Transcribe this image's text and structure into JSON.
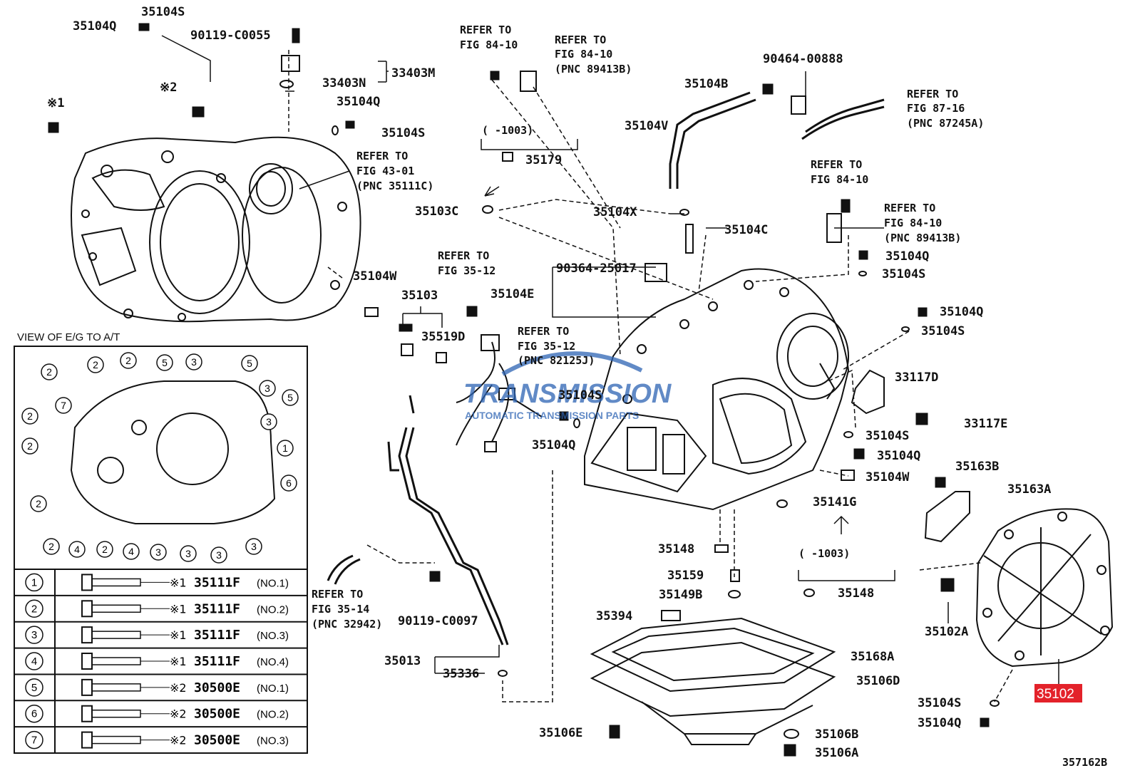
{
  "diagram": {
    "figure_code": "357162B",
    "highlighted_part": "35102",
    "watermark": {
      "name": "TRANSMISSION",
      "tagline": "AUTOMATIC TRANSMISSION PARTS"
    },
    "parts": {
      "p35104Q_a": "35104Q",
      "p35104S_a": "35104S",
      "p90119_C0055": "90119-C0055",
      "p33403M": "33403M",
      "p33403N": "33403N",
      "p35104Q_b": "35104Q",
      "p35104S_b": "35104S",
      "p35104W_a": "35104W",
      "p35179": "35179",
      "p35103C": "35103C",
      "p35103": "35103",
      "p35519D": "35519D",
      "p35104S_c": "35104S",
      "p35104Q_c": "35104Q",
      "p90364_25017": "90364-25017",
      "p35104E": "35104E",
      "p35104X": "35104X",
      "p35104C": "35104C",
      "p35104V": "35104V",
      "p35104B": "35104B",
      "p90464_00888": "90464-00888",
      "p35104Q_d": "35104Q",
      "p35104S_d": "35104S",
      "p35104Q_e": "35104Q",
      "p35104S_e": "35104S",
      "p33117D": "33117D",
      "p33117E": "33117E",
      "p35104S_f": "35104S",
      "p35104Q_f": "35104Q",
      "p35104W_b": "35104W",
      "p35163B": "35163B",
      "p35163A": "35163A",
      "p35141G": "35141G",
      "p35148_a": "35148",
      "p35159": "35159",
      "p35149B": "35149B",
      "p35148_b": "35148",
      "p35394": "35394",
      "p35168A": "35168A",
      "p35106D": "35106D",
      "p35106E": "35106E",
      "p35106B": "35106B",
      "p35106A": "35106A",
      "p35013": "35013",
      "p35336": "35336",
      "p90119_C0097": "90119-C0097",
      "p35102A": "35102A",
      "p35104S_g": "35104S",
      "p35104Q_g": "35104Q",
      "p35102": "35102"
    },
    "marks": {
      "x1": "※1",
      "x2": "※2"
    },
    "ranges": {
      "r1": "(     -1003)",
      "r2": "(     -1003)"
    },
    "references": {
      "ref_84_10_a": [
        "REFER TO",
        "FIG 84-10"
      ],
      "ref_84_10_b": [
        "REFER TO",
        "FIG 84-10",
        "(PNC 89413B)"
      ],
      "ref_43_01": [
        "REFER TO",
        "FIG 43-01",
        "(PNC 35111C)"
      ],
      "ref_87_16": [
        "REFER TO",
        "FIG 87-16",
        "(PNC 87245A)"
      ],
      "ref_84_10_c": [
        "REFER TO",
        "FIG 84-10"
      ],
      "ref_84_10_d": [
        "REFER TO",
        "FIG 84-10",
        "(PNC 89413B)"
      ],
      "ref_35_12_a": [
        "REFER TO",
        "FIG 35-12"
      ],
      "ref_35_12_b": [
        "REFER TO",
        "FIG 35-12",
        "(PNC 82125J)"
      ],
      "ref_35_14": [
        "REFER TO",
        "FIG 35-14",
        "(PNC 32942)"
      ]
    },
    "inset": {
      "title": "VIEW OF E/G TO A/T",
      "callouts": [
        "2",
        "2",
        "5",
        "5",
        "2",
        "3",
        "3",
        "7",
        "5",
        "2",
        "3",
        "2",
        "1",
        "6",
        "2",
        "2",
        "4",
        "2",
        "4",
        "3",
        "3",
        "3",
        "3"
      ]
    },
    "bolt_table": [
      {
        "num": "1",
        "mark": "※1",
        "part": "35111F",
        "size": "(NO.1)"
      },
      {
        "num": "2",
        "mark": "※1",
        "part": "35111F",
        "size": "(NO.2)"
      },
      {
        "num": "3",
        "mark": "※1",
        "part": "35111F",
        "size": "(NO.3)"
      },
      {
        "num": "4",
        "mark": "※1",
        "part": "35111F",
        "size": "(NO.4)"
      },
      {
        "num": "5",
        "mark": "※2",
        "part": "30500E",
        "size": "(NO.1)"
      },
      {
        "num": "6",
        "mark": "※2",
        "part": "30500E",
        "size": "(NO.2)"
      },
      {
        "num": "7",
        "mark": "※2",
        "part": "30500E",
        "size": "(NO.3)"
      }
    ]
  }
}
